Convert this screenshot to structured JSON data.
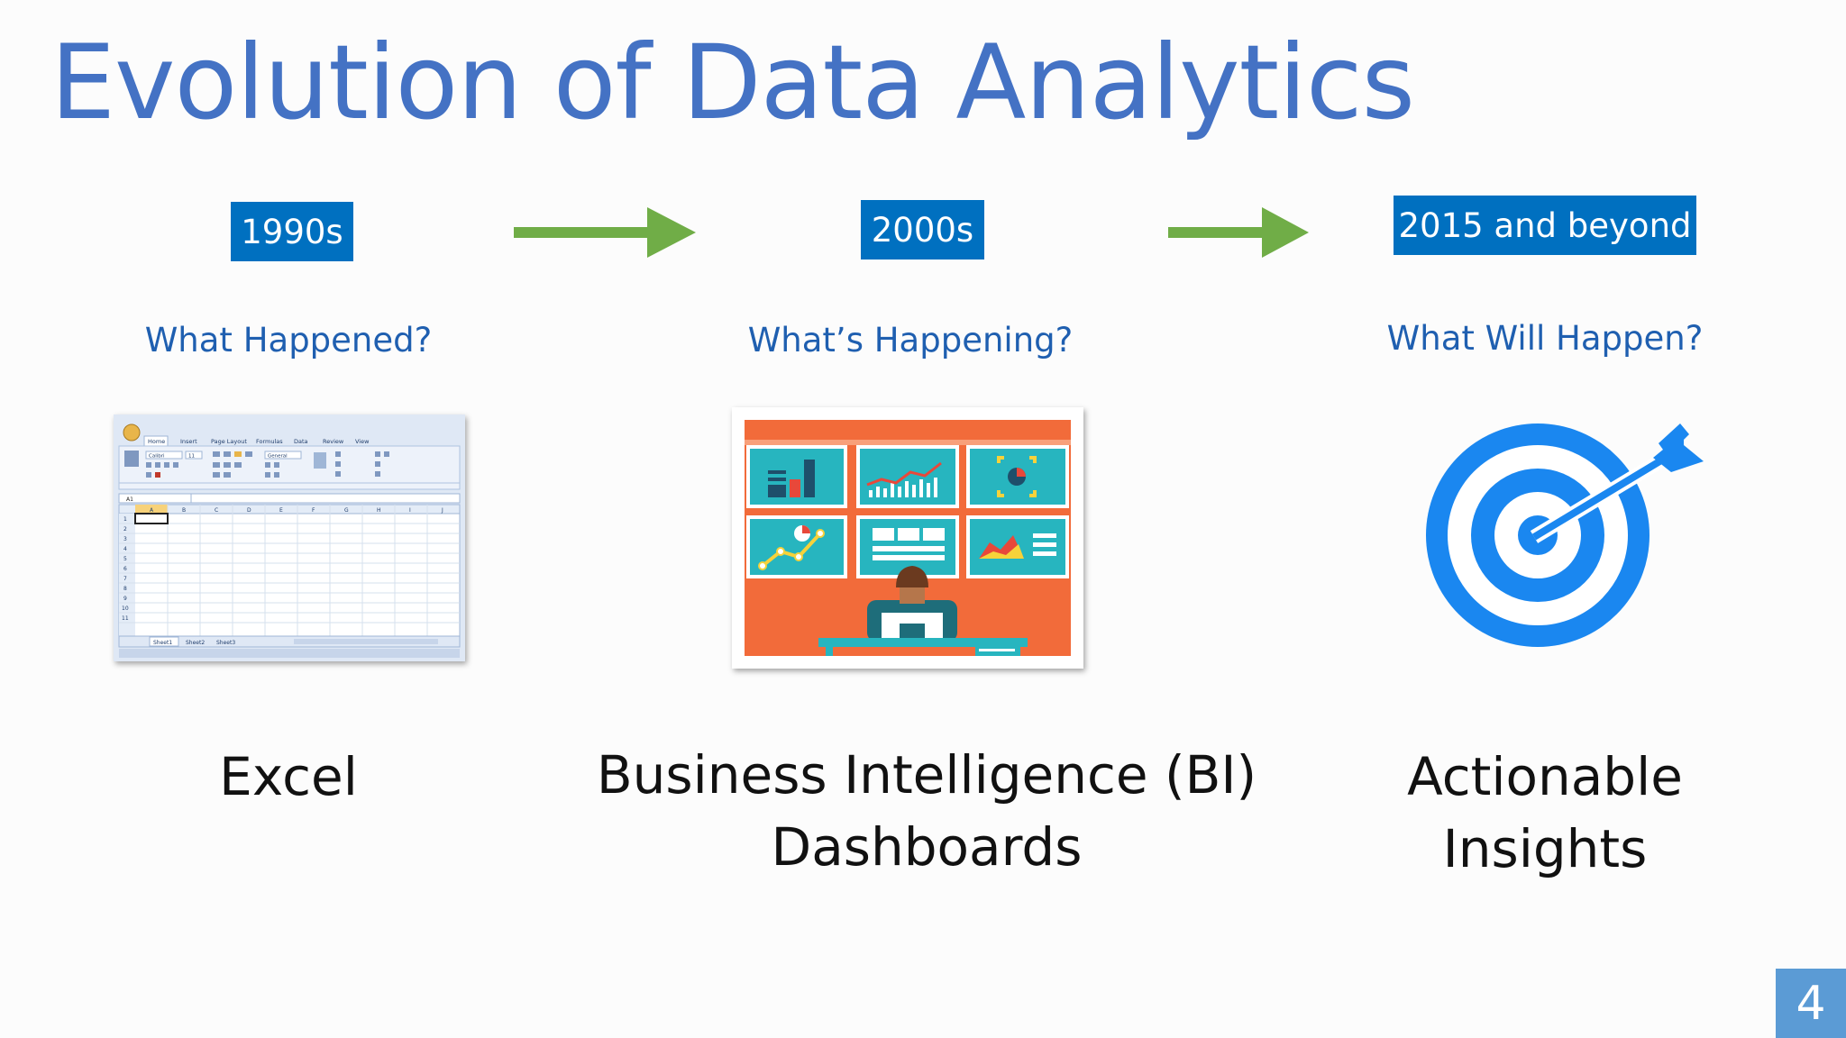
{
  "slide": {
    "title": "Evolution of Data Analytics",
    "page_number": "4"
  },
  "stages": [
    {
      "era": "1990s",
      "question": "What Happened?",
      "label_lines": [
        "Excel"
      ],
      "icon": "excel-spreadsheet-icon"
    },
    {
      "era": "2000s",
      "question": "What’s Happening?",
      "label_lines": [
        "Business Intelligence (BI)",
        "Dashboards"
      ],
      "icon": "bi-dashboard-icon"
    },
    {
      "era": "2015 and beyond",
      "question": "What Will Happen?",
      "label_lines": [
        "Actionable",
        "Insights"
      ],
      "icon": "target-arrow-icon"
    }
  ],
  "excel_screenshot": {
    "ribbon_tabs": [
      "Home",
      "Insert",
      "Page Layout",
      "Formulas",
      "Data",
      "Review",
      "View"
    ],
    "name_box": "A1",
    "font_name": "Calibri",
    "font_size": "11",
    "number_format": "General",
    "columns": [
      "A",
      "B",
      "C",
      "D",
      "E",
      "F",
      "G",
      "H",
      "I",
      "J"
    ],
    "rows": [
      "1",
      "2",
      "3",
      "4",
      "5",
      "6",
      "7",
      "8",
      "9",
      "10",
      "11"
    ],
    "sheet_tabs": [
      "Sheet1",
      "Sheet2",
      "Sheet3"
    ]
  },
  "colors": {
    "title": "#4472c4",
    "era_box": "#0070c0",
    "question_text": "#1f5fb0",
    "arrow": "#70ad47",
    "target_blue": "#1a87f0",
    "dashboard_bg": "#f26b3a",
    "dashboard_panel": "#27b5bf",
    "page_number_bg": "#5b9bd5"
  }
}
